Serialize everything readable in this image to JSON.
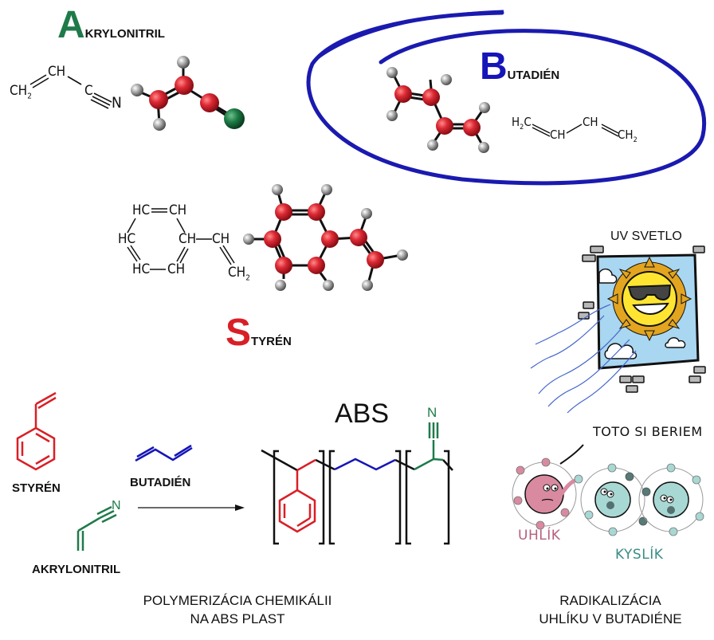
{
  "colors": {
    "acrylonitrile": "#1f7a4a",
    "butadiene": "#1515b8",
    "styrene": "#d91f26",
    "carbon_label": "#b5607a",
    "oxygen_label": "#3a8c88",
    "atom_red": "#d8212f",
    "atom_h": "#9a9a9a",
    "atom_n": "#1c6b3c"
  },
  "acrylonitrile": {
    "initial": "A",
    "rest": "KRYLONITRIL",
    "formula": {
      "ch2": "CH",
      "ch2_sub": "2",
      "ch": "CH",
      "c": "C",
      "n": "N"
    }
  },
  "butadiene": {
    "initial": "B",
    "rest": "UTADIÉN",
    "formula": {
      "h2c": "H",
      "h2c_sub": "2",
      "h2c_c": "C",
      "ch1": "CH",
      "ch2": "CH",
      "ch2_end": "CH",
      "ch2_end_sub": "2"
    }
  },
  "styrene": {
    "initial": "S",
    "rest": "TYRÉN",
    "formula": {
      "hc_top": "HC",
      "ch_top": "CH",
      "hc_mid": "HC",
      "ch_mid": "CH",
      "ch_vinyl": "CH",
      "hc_bot": "HC",
      "ch_bot": "CH",
      "ch2": "CH",
      "ch2_sub": "2"
    }
  },
  "uv": {
    "title": "UV SVETLO"
  },
  "radical": {
    "speech": "TOTO SI BERIEM",
    "carbon_label": "UHLÍK",
    "oxygen_label": "KYSLÍK"
  },
  "reaction": {
    "styrene_label": "STYRÉN",
    "butadiene_label": "BUTADIÉN",
    "acrylonitrile_label": "AKRYLONITRIL",
    "nitrile_n": "N",
    "product_title": "ABS",
    "product_n": "N"
  },
  "captions": {
    "left_line1": "POLYMERIZÁCIA CHEMIKÁLII",
    "left_line2": "NA ABS PLAST",
    "right_line1": "RADIKALIZÁCIA",
    "right_line2": "UHLÍKU V BUTADIÉNE"
  }
}
